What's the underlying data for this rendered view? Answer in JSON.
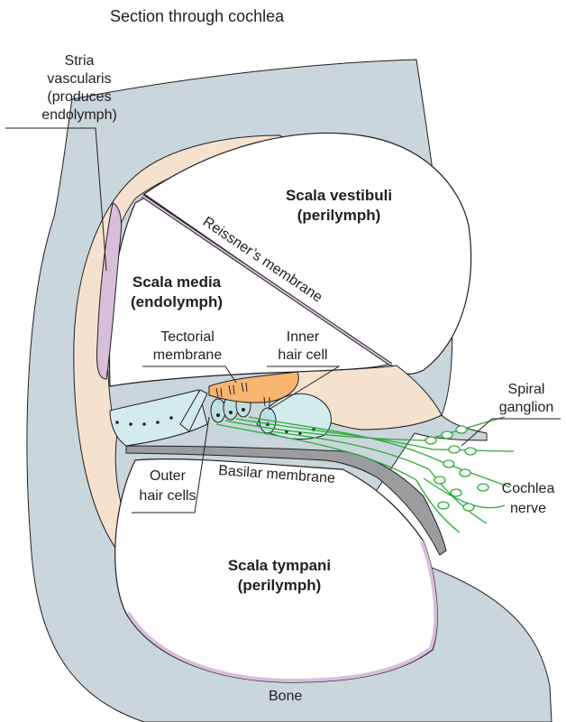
{
  "title": "Section through cochlea",
  "labels": {
    "stria": [
      "Stria",
      "vascularis",
      "(produces",
      "endolymph)"
    ],
    "scala_vestibuli": [
      "Scala vestibuli",
      "(perilymph)"
    ],
    "reissner": "Reissner’s membrane",
    "scala_media": [
      "Scala media",
      "(endolymph)"
    ],
    "tectorial": [
      "Tectorial",
      "membrane"
    ],
    "inner_hair": [
      "Inner",
      "hair cell"
    ],
    "spiral_ganglion": [
      "Spiral",
      "ganglion"
    ],
    "outer_hair": [
      "Outer",
      "hair cells"
    ],
    "basilar": "Basilar membrane",
    "cochlea_nerve": [
      "Cochlea",
      "nerve"
    ],
    "scala_tympani": [
      "Scala tympani",
      "(perilymph)"
    ],
    "bone": "Bone"
  },
  "colors": {
    "bone": "#c9d6db",
    "tissue": "#f4e2cf",
    "stria": "#d7bfdc",
    "tectorial": "#f7b56f",
    "cells": "#d3ebec",
    "basilar": "#9a9c9e",
    "nerve": "#2eaa3c"
  }
}
